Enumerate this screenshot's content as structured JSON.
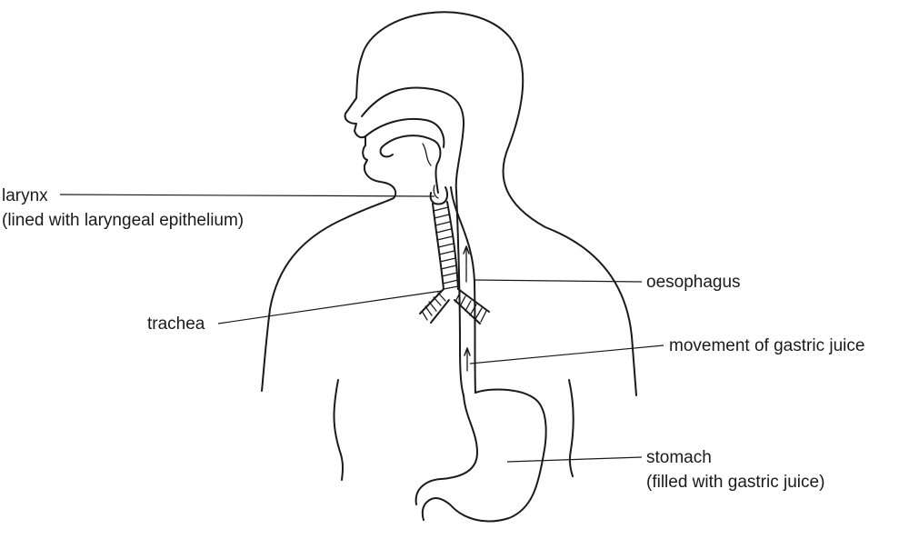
{
  "labels": {
    "larynx": {
      "line1": "larynx",
      "line2": "(lined with laryngeal epithelium)"
    },
    "trachea": "trachea",
    "oesophagus": "oesophagus",
    "gastric_movement": "movement of gastric juice",
    "stomach": {
      "line1": "stomach",
      "line2": "(filled with gastric juice)"
    }
  }
}
